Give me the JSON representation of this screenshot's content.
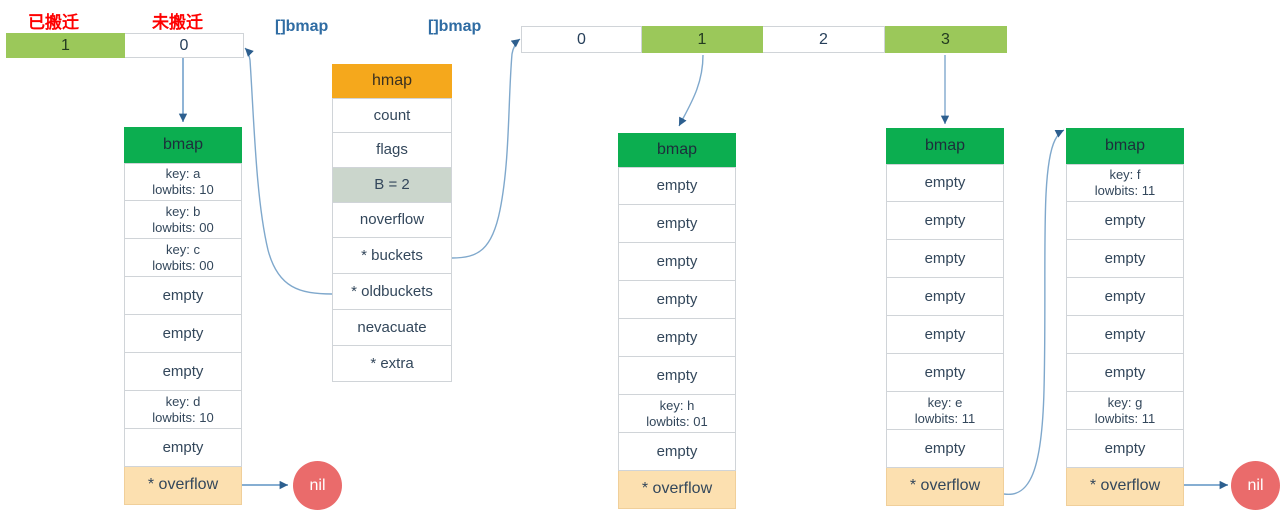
{
  "diagram": {
    "title": "Go map hmap / bmap bucket migration",
    "colors": {
      "bmap_header_green": "#0cae50",
      "hmap_header_orange": "#f5a81c",
      "cell_green": "#9bc85a",
      "shaded_row": "#cbd6cc",
      "overflow_peach": "#fce0b0",
      "nil_red": "#ea6b6b",
      "arrow_blue": "#4a7fb5",
      "annotation_red": "#fe0000",
      "type_label_blue": "#2f6ca3"
    }
  },
  "annotations": {
    "migrated": "已搬迁",
    "not_migrated": "未搬迁",
    "oldbuckets_type": "[]bmap",
    "buckets_type": "[]bmap"
  },
  "old_array": {
    "name": "oldbuckets-array",
    "cells": [
      {
        "label": "1",
        "highlighted": true
      },
      {
        "label": "0",
        "highlighted": false
      }
    ]
  },
  "new_array": {
    "name": "buckets-array",
    "cells": [
      {
        "label": "0",
        "highlighted": false
      },
      {
        "label": "1",
        "highlighted": true
      },
      {
        "label": "2",
        "highlighted": false
      },
      {
        "label": "3",
        "highlighted": true
      }
    ]
  },
  "hmap": {
    "header": "hmap",
    "fields": [
      {
        "label": "count",
        "shaded": false
      },
      {
        "label": "flags",
        "shaded": false
      },
      {
        "label": "B = 2",
        "shaded": true
      },
      {
        "label": "noverflow",
        "shaded": false
      },
      {
        "label": "* buckets",
        "shaded": false
      },
      {
        "label": "* oldbuckets",
        "shaded": false
      },
      {
        "label": "nevacuate",
        "shaded": false
      },
      {
        "label": "* extra",
        "shaded": false
      }
    ]
  },
  "buckets": [
    {
      "id": "old-bucket-0",
      "header": "bmap",
      "slots": [
        {
          "key": "key: a",
          "lowbits": "lowbits: 10",
          "empty": false
        },
        {
          "key": "key: b",
          "lowbits": "lowbits: 00",
          "empty": false
        },
        {
          "key": "key: c",
          "lowbits": "lowbits: 00",
          "empty": false
        },
        {
          "key": "empty",
          "lowbits": "",
          "empty": true
        },
        {
          "key": "empty",
          "lowbits": "",
          "empty": true
        },
        {
          "key": "empty",
          "lowbits": "",
          "empty": true
        },
        {
          "key": "key: d",
          "lowbits": "lowbits: 10",
          "empty": false
        },
        {
          "key": "empty",
          "lowbits": "",
          "empty": true
        }
      ],
      "overflow": "* overflow"
    },
    {
      "id": "new-bucket-1",
      "header": "bmap",
      "slots": [
        {
          "key": "empty",
          "lowbits": "",
          "empty": true
        },
        {
          "key": "empty",
          "lowbits": "",
          "empty": true
        },
        {
          "key": "empty",
          "lowbits": "",
          "empty": true
        },
        {
          "key": "empty",
          "lowbits": "",
          "empty": true
        },
        {
          "key": "empty",
          "lowbits": "",
          "empty": true
        },
        {
          "key": "empty",
          "lowbits": "",
          "empty": true
        },
        {
          "key": "key: h",
          "lowbits": "lowbits: 01",
          "empty": false
        },
        {
          "key": "empty",
          "lowbits": "",
          "empty": true
        }
      ],
      "overflow": "* overflow"
    },
    {
      "id": "new-bucket-3",
      "header": "bmap",
      "slots": [
        {
          "key": "empty",
          "lowbits": "",
          "empty": true
        },
        {
          "key": "empty",
          "lowbits": "",
          "empty": true
        },
        {
          "key": "empty",
          "lowbits": "",
          "empty": true
        },
        {
          "key": "empty",
          "lowbits": "",
          "empty": true
        },
        {
          "key": "empty",
          "lowbits": "",
          "empty": true
        },
        {
          "key": "empty",
          "lowbits": "",
          "empty": true
        },
        {
          "key": "key: e",
          "lowbits": "lowbits: 11",
          "empty": false
        },
        {
          "key": "empty",
          "lowbits": "",
          "empty": true
        }
      ],
      "overflow": "* overflow"
    },
    {
      "id": "new-bucket-3-overflow",
      "header": "bmap",
      "slots": [
        {
          "key": "key: f",
          "lowbits": "lowbits: 11",
          "empty": false
        },
        {
          "key": "empty",
          "lowbits": "",
          "empty": true
        },
        {
          "key": "empty",
          "lowbits": "",
          "empty": true
        },
        {
          "key": "empty",
          "lowbits": "",
          "empty": true
        },
        {
          "key": "empty",
          "lowbits": "",
          "empty": true
        },
        {
          "key": "empty",
          "lowbits": "",
          "empty": true
        },
        {
          "key": "key: g",
          "lowbits": "lowbits: 11",
          "empty": false
        },
        {
          "key": "empty",
          "lowbits": "",
          "empty": true
        }
      ],
      "overflow": "* overflow"
    }
  ],
  "nil_nodes": [
    {
      "id": "nil-left",
      "label": "nil"
    },
    {
      "id": "nil-right",
      "label": "nil"
    }
  ]
}
